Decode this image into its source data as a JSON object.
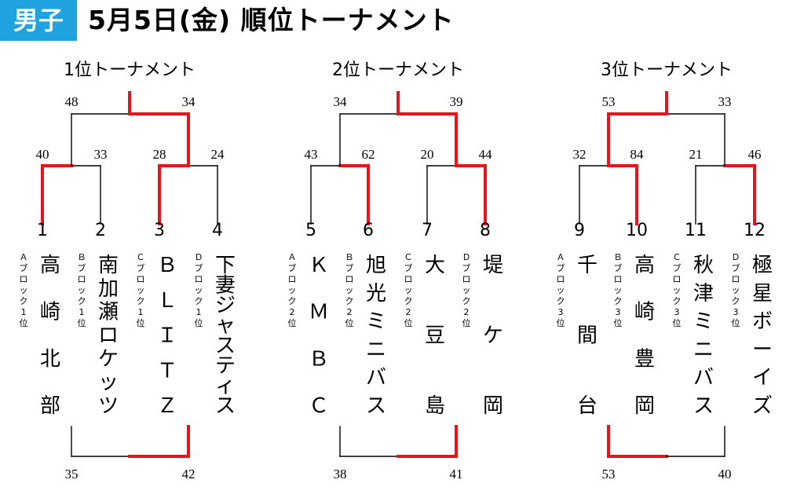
{
  "header": {
    "badge": "男子",
    "title": "5月5日(金) 順位トーナメント"
  },
  "colors": {
    "badge": "#1fa2e0",
    "win": "#e8141b",
    "line": "#000000"
  },
  "tournaments": [
    {
      "title": "1位トーナメント",
      "finals": {
        "left": "48",
        "right": "34"
      },
      "semis": [
        {
          "left": "40",
          "right": "33"
        },
        {
          "left": "28",
          "right": "24"
        }
      ],
      "placement": {
        "left": "35",
        "right": "42"
      },
      "teams": [
        {
          "num": "1",
          "block": "Ａブロック1位",
          "name": "高崎北部"
        },
        {
          "num": "2",
          "block": "Ｂブロック1位",
          "name": "南加瀬ロケッツ"
        },
        {
          "num": "3",
          "block": "Ｃブロック1位",
          "name": "ＢＬＩＴＺ"
        },
        {
          "num": "4",
          "block": "Ｄブロック1位",
          "name": "下妻ジャスティス"
        }
      ]
    },
    {
      "title": "2位トーナメント",
      "finals": {
        "left": "34",
        "right": "39"
      },
      "semis": [
        {
          "left": "43",
          "right": "62"
        },
        {
          "left": "20",
          "right": "44"
        }
      ],
      "placement": {
        "left": "38",
        "right": "41"
      },
      "teams": [
        {
          "num": "5",
          "block": "Ａブロック2位",
          "name": "ＫＭＢＣ"
        },
        {
          "num": "6",
          "block": "Ｂブロック2位",
          "name": "旭光ミニバス"
        },
        {
          "num": "7",
          "block": "Ｃブロック2位",
          "name": "大豆島"
        },
        {
          "num": "8",
          "block": "Ｄブロック2位",
          "name": "堤ケ岡"
        }
      ]
    },
    {
      "title": "3位トーナメント",
      "finals": {
        "left": "53",
        "right": "33"
      },
      "semis": [
        {
          "left": "32",
          "right": "84"
        },
        {
          "left": "21",
          "right": "46"
        }
      ],
      "placement": {
        "left": "53",
        "right": "40"
      },
      "teams": [
        {
          "num": "9",
          "block": "Ａブロック3位",
          "name": "千間台"
        },
        {
          "num": "10",
          "block": "Ｂブロック3位",
          "name": "高崎豊岡"
        },
        {
          "num": "11",
          "block": "Ｃブロック3位",
          "name": "秋津ミニバス"
        },
        {
          "num": "12",
          "block": "Ｄブロック3位",
          "name": "極星ボーイズ"
        }
      ]
    }
  ]
}
